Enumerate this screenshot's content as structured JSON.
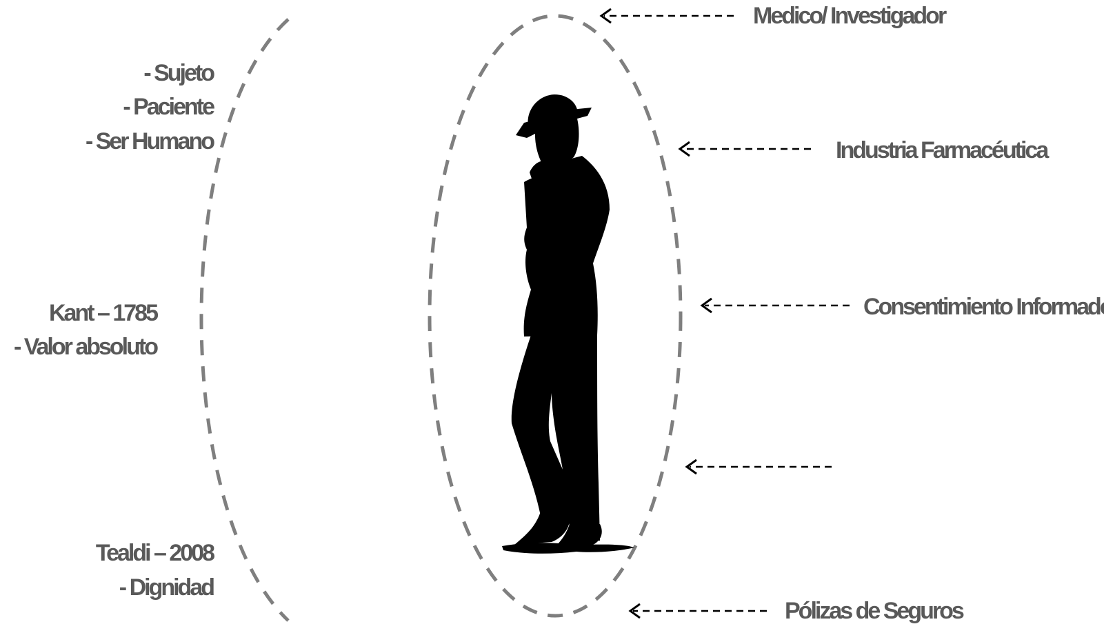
{
  "left_labels": {
    "roles": [
      "- Sujeto",
      "- Paciente",
      "- Ser Humano"
    ],
    "kant": [
      "Kant – 1785",
      "- Valor absoluto"
    ],
    "tealdi": [
      "Tealdi – 2008",
      "- Dignidad"
    ]
  },
  "right_labels": {
    "medico": "Medico/ Investigador",
    "industria": "Industria Farmacéutica",
    "consentimiento": "Consentimiento Informado",
    "polizas": "Pólizas de Seguros"
  },
  "colors": {
    "text": "#595959",
    "dash": "#7f7f7f",
    "arrow": "#000000",
    "silhouette": "#000000"
  },
  "icons": {
    "figure": "thinking-man-silhouette-icon"
  }
}
